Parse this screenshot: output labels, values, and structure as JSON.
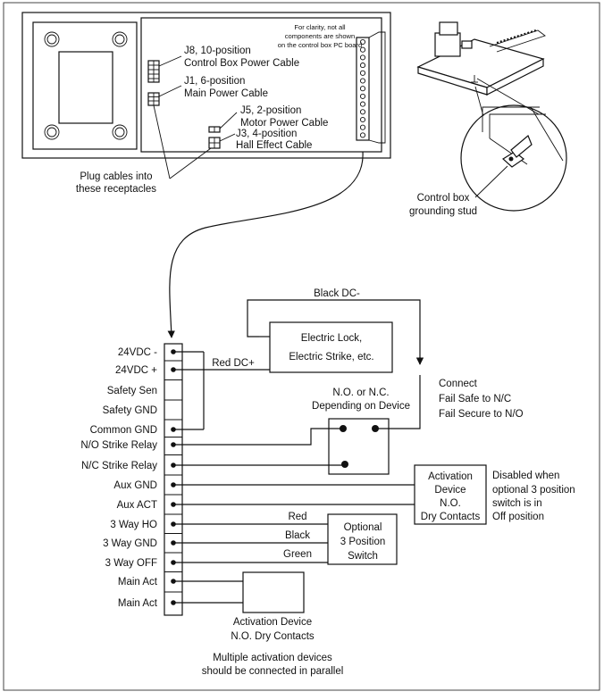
{
  "header": {
    "clarity_note": [
      "For clarity, not all",
      "components are shown",
      "on the control box PC board"
    ],
    "j8": [
      "J8, 10-position",
      "Control Box Power Cable"
    ],
    "j1": [
      "J1, 6-position",
      "Main Power Cable"
    ],
    "j5": [
      "J5, 2-position",
      "Motor Power Cable"
    ],
    "j3": [
      "J3, 4-position",
      "Hall Effect Cable"
    ],
    "plug_note": [
      "Plug cables into",
      "these receptacles"
    ],
    "grounding": [
      "Control box",
      "grounding stud"
    ]
  },
  "terminals": [
    "24VDC -",
    "24VDC +",
    "Safety Sen",
    "Safety GND",
    "Common GND",
    "N/O Strike Relay",
    "N/C Strike Relay",
    "Aux GND",
    "Aux ACT",
    "3 Way HO",
    "3 Way GND",
    "3 Way OFF",
    "Main Act",
    "Main Act"
  ],
  "wiring": {
    "black_dc": "Black DC-",
    "red_dc": "Red DC+",
    "lock": [
      "Electric Lock,",
      "Electric Strike, etc."
    ],
    "relay_note": [
      "N.O. or N.C.",
      "Depending on Device"
    ],
    "connect_note": [
      "Connect",
      "Fail Safe to N/C",
      "Fail Secure to N/O"
    ],
    "activation_aux": [
      "Activation",
      "Device",
      "N.O.",
      "Dry Contacts"
    ],
    "disabled_note": [
      "Disabled when",
      "optional 3 position",
      "switch is in",
      "Off position"
    ],
    "switch": [
      "Optional",
      "3 Position",
      "Switch"
    ],
    "wire_colors": [
      "Red",
      "Black",
      "Green"
    ],
    "main_device": [
      "Activation Device",
      "N.O. Dry Contacts"
    ],
    "parallel_note": [
      "Multiple activation devices",
      "should be connected in parallel"
    ]
  }
}
